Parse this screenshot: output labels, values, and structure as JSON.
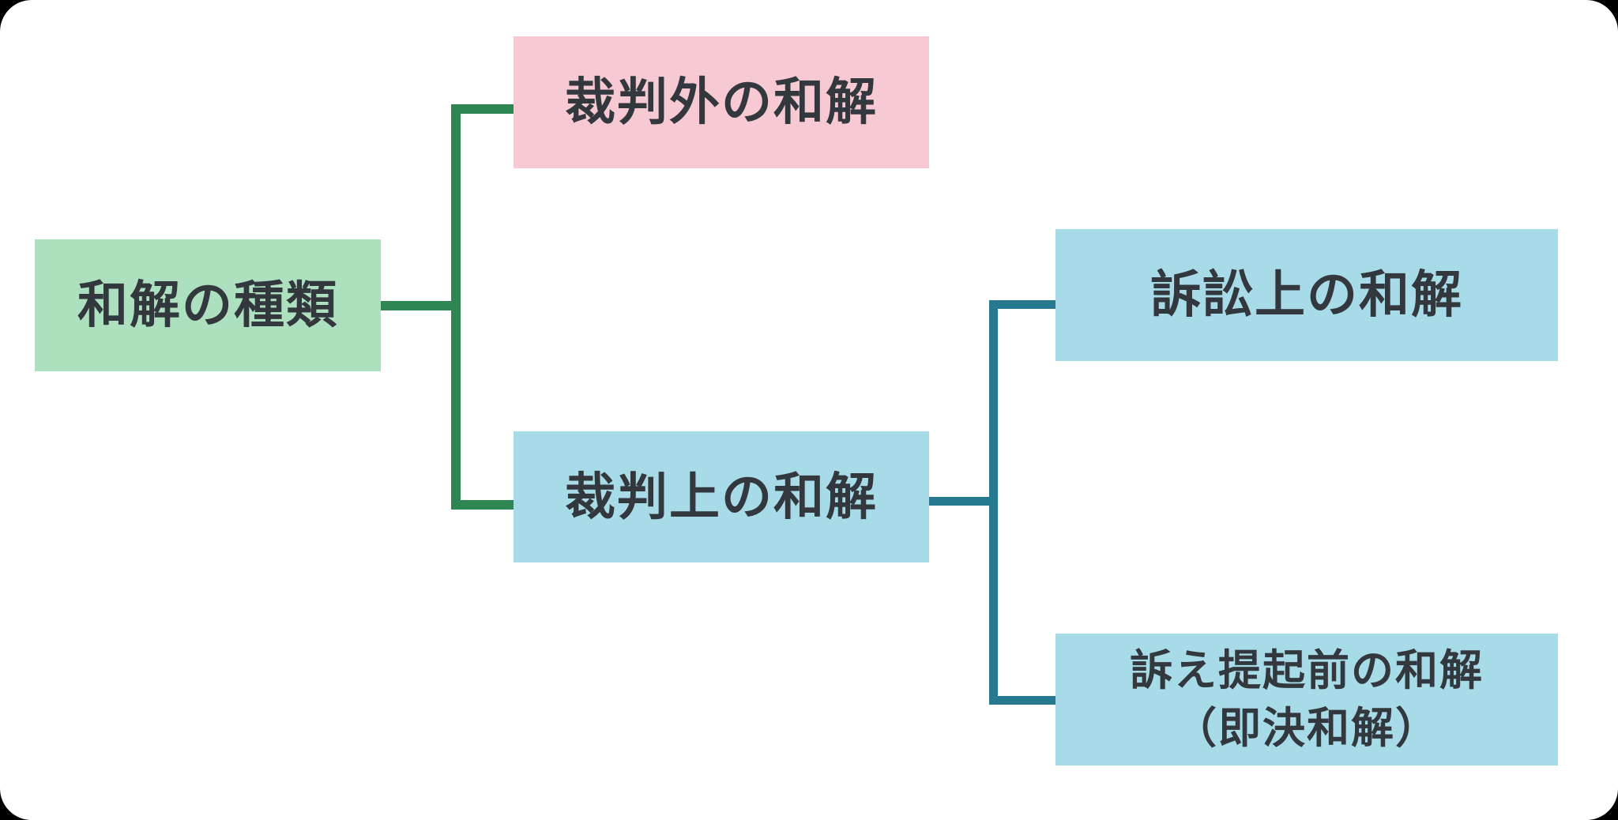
{
  "colors": {
    "canvas_bg": "#ffffff",
    "outside_corner": "#000000",
    "text": "#33383e",
    "root_fill": "#ace0be",
    "out_of_court_fill": "#f7c9d3",
    "in_court_fill": "#a7dbe8",
    "child_fill": "#a7dbe8",
    "level1_line": "#2e8753",
    "level2_line": "#26798e"
  },
  "diagram": {
    "type": "tree",
    "root": {
      "label": "和解の種類"
    },
    "branches": [
      {
        "label": "裁判外の和解"
      },
      {
        "label": "裁判上の和解",
        "children": [
          {
            "label": "訴訟上の和解"
          },
          {
            "label_line1": "訴え提起前の和解",
            "label_line2": "（即決和解）"
          }
        ]
      }
    ]
  }
}
